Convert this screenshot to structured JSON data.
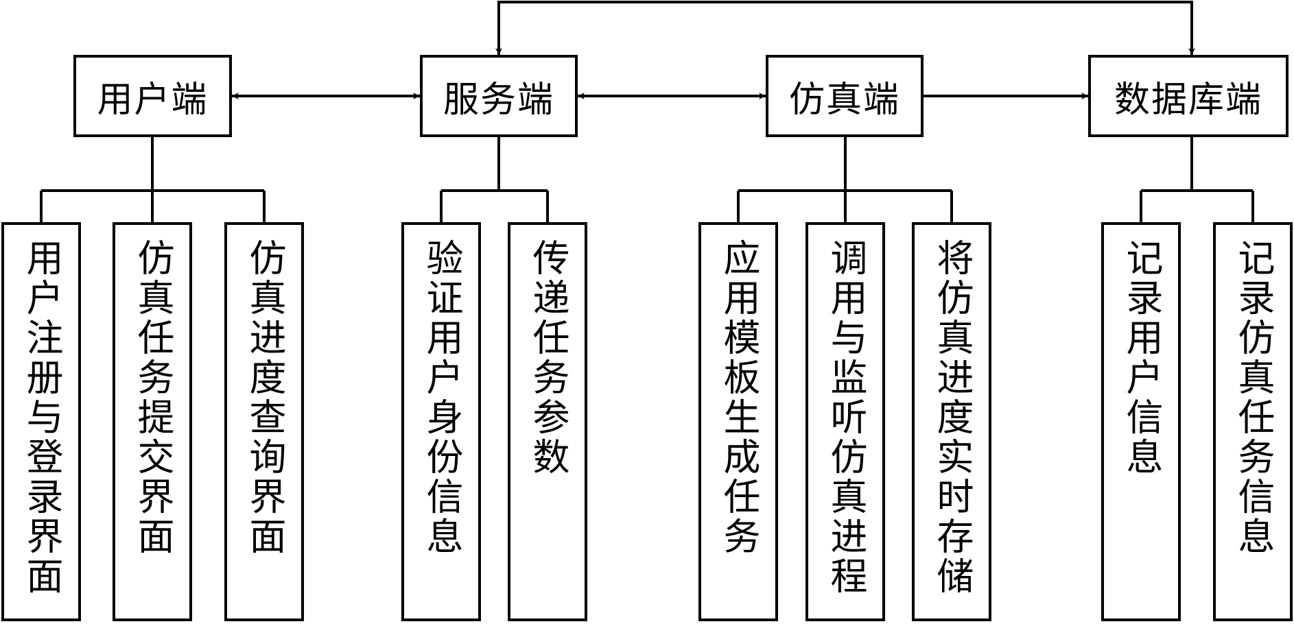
{
  "colors": {
    "stroke": "#000000",
    "background": "#ffffff"
  },
  "nodes": {
    "user": {
      "label": "用户端",
      "children": [
        "用户注册与登录界面",
        "仿真任务提交界面",
        "仿真进度查询界面"
      ]
    },
    "server": {
      "label": "服务端",
      "children": [
        "验证用户身份信息",
        "传递任务参数"
      ]
    },
    "sim": {
      "label": "仿真端",
      "children": [
        "应用模板生成任务",
        "调用与监听仿真进程",
        "将仿真进度实时存储"
      ]
    },
    "db": {
      "label": "数据库端",
      "children": [
        "记录用户信息",
        "记录仿真任务信息"
      ]
    }
  },
  "edges": [
    {
      "from": "user",
      "to": "server",
      "direction": "both"
    },
    {
      "from": "server",
      "to": "sim",
      "direction": "both"
    },
    {
      "from": "sim",
      "to": "db",
      "direction": "forward"
    },
    {
      "from": "server",
      "to": "db",
      "direction": "both",
      "route": "over-top"
    }
  ]
}
